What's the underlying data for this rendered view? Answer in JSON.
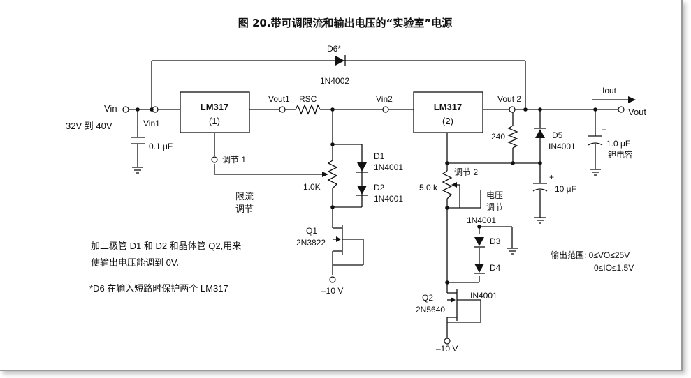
{
  "title": "图 20.带可调限流和输出电压的“实验室”电源",
  "components": {
    "reg1": {
      "name": "LM317",
      "index": "(1)"
    },
    "reg2": {
      "name": "LM317",
      "index": "(2)"
    },
    "d6": {
      "label": "D6*",
      "part": "1N4002"
    },
    "rsc": {
      "label": "RSC"
    },
    "vin": {
      "label": "Vin",
      "range": "32V 到 40V"
    },
    "vin1": {
      "label": "Vin1"
    },
    "vout1": {
      "label": "Vout1"
    },
    "vin2": {
      "label": "Vin2"
    },
    "vout2": {
      "label": "Vout 2"
    },
    "iout": {
      "label": "Iout"
    },
    "vout": {
      "label": "Vout"
    },
    "c_in": {
      "label": "0.1 μF"
    },
    "adj1": {
      "label": "调节 1"
    },
    "pot1": {
      "label": "1.0K"
    },
    "d1": {
      "label": "D1",
      "part": "1N4001"
    },
    "d2": {
      "label": "D2",
      "part": "1N4001"
    },
    "q1": {
      "label": "Q1",
      "part": "2N3822"
    },
    "neg10_1": {
      "label": "–10 V"
    },
    "adj2": {
      "label": "调节 2"
    },
    "pot2": {
      "label": "5.0 k"
    },
    "r240": {
      "label": "240"
    },
    "d5": {
      "label": "D5",
      "part": "IN4001"
    },
    "c_out": {
      "label": "1.0 μF",
      "type": "钽电容"
    },
    "c10": {
      "label": "10 μF"
    },
    "v_adj": {
      "line1": "电压",
      "line2": "调节"
    },
    "d3": {
      "label": "D3",
      "part_above": "1N4001"
    },
    "d4": {
      "label": "D4",
      "part_below": "IN4001"
    },
    "q2": {
      "label": "Q2",
      "part": "2N5640"
    },
    "neg10_2": {
      "label": "–10 V"
    },
    "current_limit": {
      "line1": "限流",
      "line2": "调节"
    }
  },
  "notes": {
    "line1": "加二极管 D1 和 D2 和晶体管 Q2,用来",
    "line2": "使输出电压能调到 0V。",
    "line3": "*D6 在输入短路时保护两个 LM317",
    "range_title": "输出范围: 0≤VO≤25V",
    "range_io": "0≤IO≤1.5V"
  }
}
